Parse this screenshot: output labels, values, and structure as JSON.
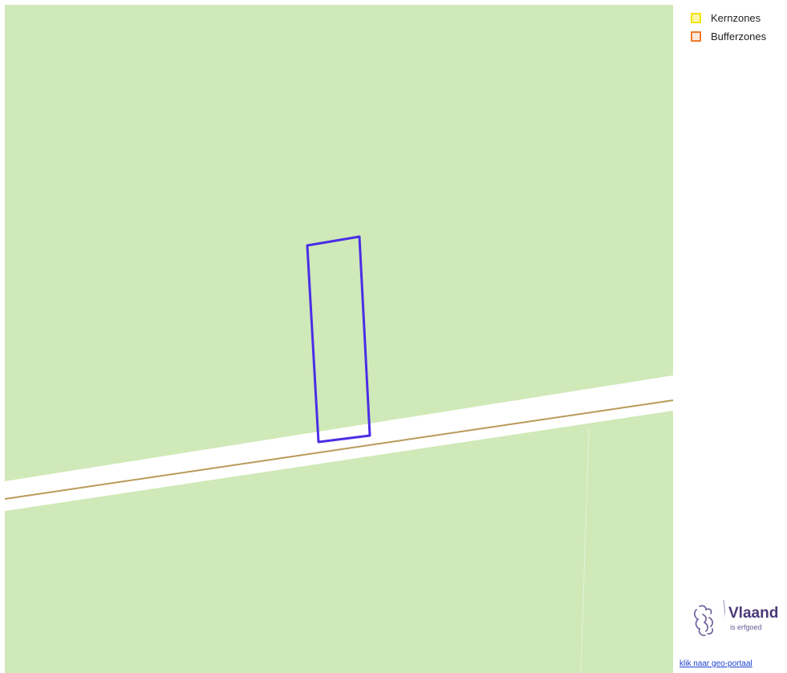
{
  "colors": {
    "land": "#d0e9b8",
    "road": "#ffffff",
    "road_center": "#b89a5a",
    "parcel_outline": "#4a2ee6",
    "parcel_edge": "#e4f2da",
    "kernzones": "#f2e400",
    "bufferzones": "#ee7a2a",
    "logo": "#4a3a78"
  },
  "legend": {
    "items": [
      {
        "label": "Kernzones",
        "color_key": "kernzones"
      },
      {
        "label": "Bufferzones",
        "color_key": "bufferzones"
      }
    ]
  },
  "logo": {
    "title": "Vlaand",
    "subtitle": "is erfgoed",
    "icon": "flemish-lion-icon"
  },
  "link": {
    "text": "klik naar geo-portaal"
  }
}
